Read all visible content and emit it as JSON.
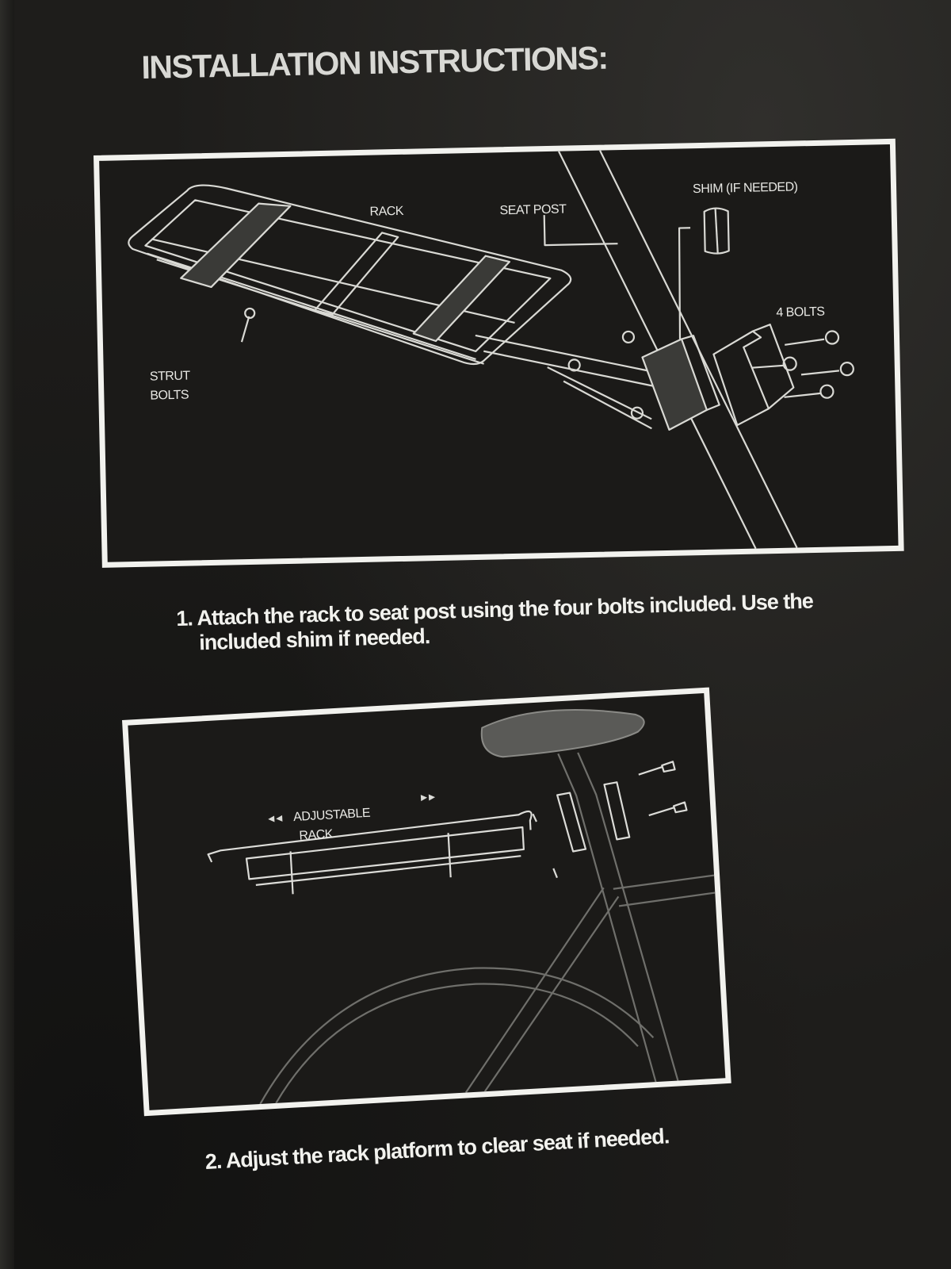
{
  "heading": "INSTALLATION INSTRUCTIONS:",
  "diagram1": {
    "labels": {
      "rack": "RACK",
      "seat_post": "SEAT POST",
      "shim": "SHIM (IF NEEDED)",
      "bolts": "4 BOLTS",
      "strut_line1": "STRUT",
      "strut_line2": "BOLTS"
    }
  },
  "step1": {
    "line1": "1. Attach the rack to seat post using the four bolts included. Use the",
    "line2": "included shim if needed."
  },
  "diagram2": {
    "labels": {
      "adjustable": "ADJUSTABLE",
      "rack": "RACK"
    }
  },
  "step2": {
    "text": "2. Adjust the rack platform to clear seat if needed."
  }
}
